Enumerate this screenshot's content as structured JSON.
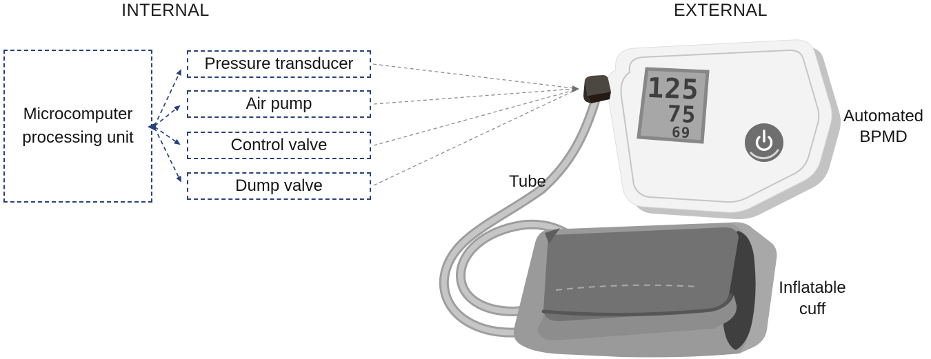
{
  "headers": {
    "internal": "INTERNAL",
    "external": "EXTERNAL"
  },
  "internal": {
    "mpu": {
      "label": "Microcomputer processing unit"
    },
    "components": [
      {
        "label": "Pressure transducer"
      },
      {
        "label": "Air pump"
      },
      {
        "label": "Control valve"
      },
      {
        "label": "Dump valve"
      }
    ]
  },
  "external": {
    "device_label": "Automated BPMD",
    "tube_label": "Tube",
    "cuff_label": "Inflatable cuff",
    "display": {
      "systolic": "125",
      "diastolic": "75",
      "pulse": "69"
    }
  },
  "icons": {
    "power": "power-icon"
  },
  "colors": {
    "box_border": "#26417f",
    "arrow": "#26417f",
    "link_line": "#8c8c8c",
    "device_body": "#f3f3f3",
    "device_shadow": "#c3c3c3",
    "display_bg": "#a7a7a7",
    "display_digits": "#3e3e3e",
    "power_button": "#6e6e6e",
    "connector": "#463730",
    "tube": "#c2c2c2",
    "cuff_dark": "#727272",
    "cuff_light": "#9a9a9a",
    "cuff_roll_dark": "#3f3f3f"
  }
}
